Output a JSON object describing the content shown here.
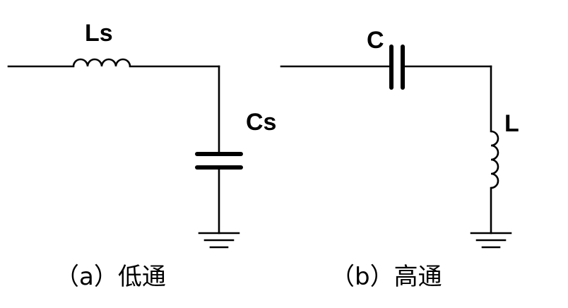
{
  "diagram_a": {
    "inductor_label": "Ls",
    "capacitor_label": "Cs",
    "caption": "（a）低通"
  },
  "diagram_b": {
    "capacitor_label": "C",
    "inductor_label": "L",
    "caption": "（b）高通"
  }
}
